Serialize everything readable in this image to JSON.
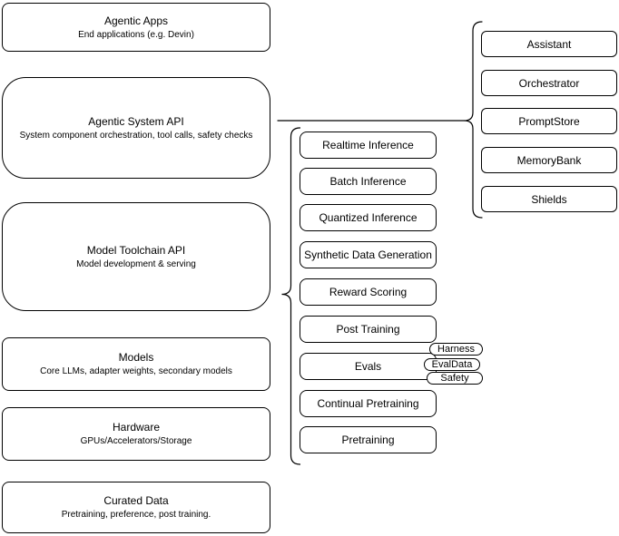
{
  "diagram": {
    "background": "#ffffff",
    "stroke_color": "#000000",
    "text_color": "#000000",
    "left_stack": [
      {
        "title": "Agentic Apps",
        "subtitle": "End applications (e.g. Devin)"
      },
      {
        "title": "Agentic System API",
        "subtitle": "System component orchestration, tool calls, safety checks"
      },
      {
        "title": "Model Toolchain API",
        "subtitle": "Model development & serving"
      },
      {
        "title": "Models",
        "subtitle": "Core LLMs, adapter weights, secondary models"
      },
      {
        "title": "Hardware",
        "subtitle": "GPUs/Accelerators/Storage"
      },
      {
        "title": "Curated Data",
        "subtitle": "Pretraining, preference, post training."
      }
    ],
    "toolchain_boxes": [
      "Realtime Inference",
      "Batch Inference",
      "Quantized Inference",
      "Synthetic Data Generation",
      "Reward Scoring",
      "Post Training",
      "Evals",
      "Continual Pretraining",
      "Pretraining"
    ],
    "eval_badges": [
      "Harness",
      "EvalData",
      "Safety"
    ],
    "system_boxes": [
      "Assistant",
      "Orchestrator",
      "PromptStore",
      "MemoryBank",
      "Shields"
    ]
  }
}
